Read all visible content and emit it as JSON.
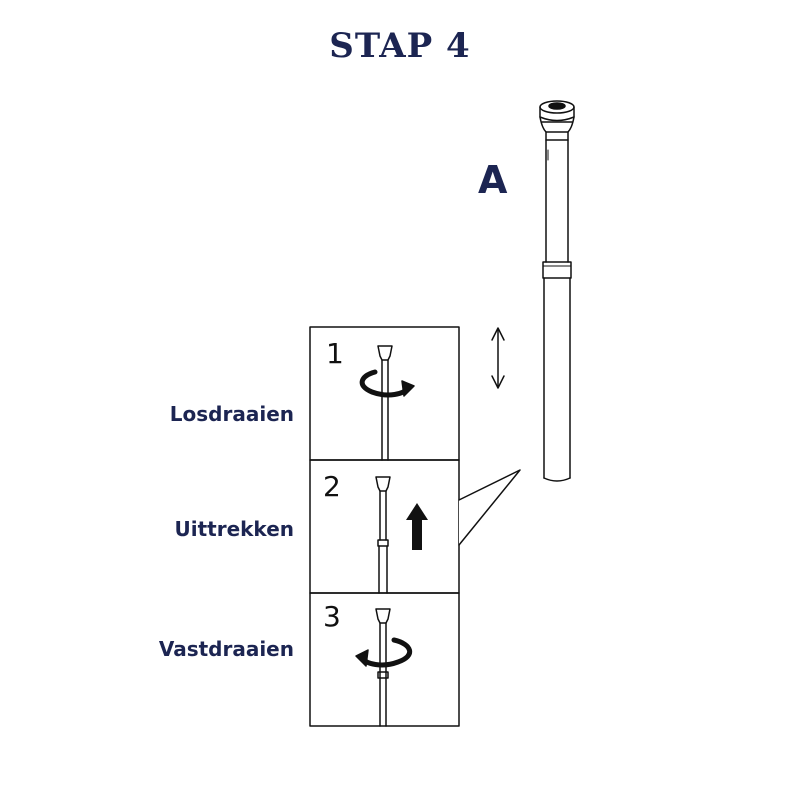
{
  "title": "STAP 4",
  "part_label": "A",
  "steps": [
    {
      "number": "1",
      "label": "Losdraaien",
      "action_icon": "rotate-arrow-icon"
    },
    {
      "number": "2",
      "label": "Uittrekken",
      "action_icon": "arrow-up-icon"
    },
    {
      "number": "3",
      "label": "Vastdraaien",
      "action_icon": "rotate-arrow-icon"
    }
  ],
  "colors": {
    "heading": "#1c2552",
    "line": "#111111"
  }
}
